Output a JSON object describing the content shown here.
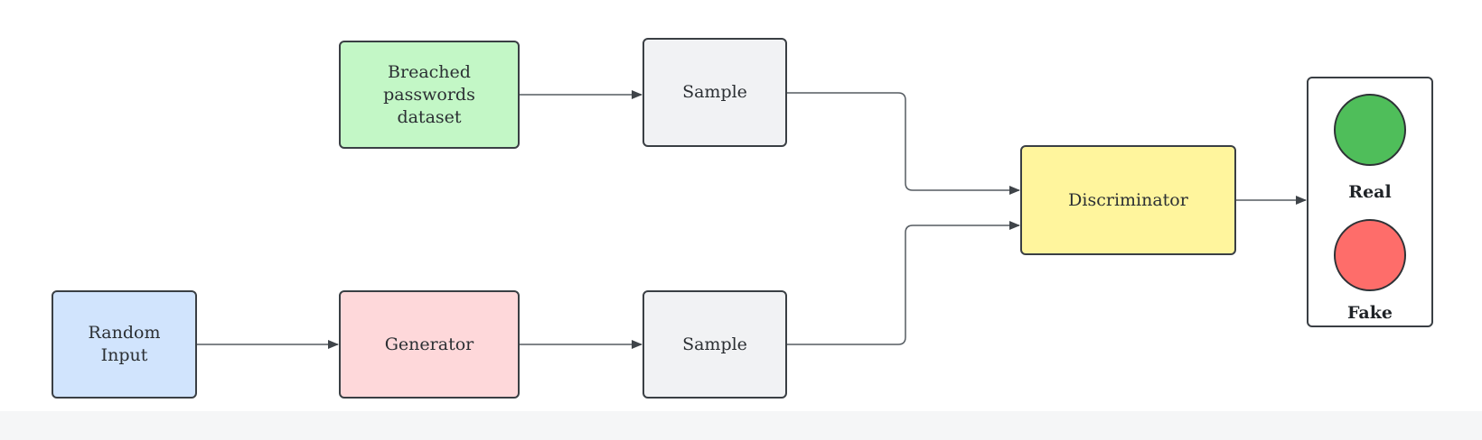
{
  "diagram": {
    "nodes": {
      "breached_dataset": {
        "label": "Breached\npasswords\ndataset",
        "color": "#c3f7c6"
      },
      "sample_top": {
        "label": "Sample",
        "color": "#f1f2f4"
      },
      "random_input": {
        "label": "Random\nInput",
        "color": "#d1e4fd"
      },
      "generator": {
        "label": "Generator",
        "color": "#fed8da"
      },
      "sample_bottom": {
        "label": "Sample",
        "color": "#f1f2f4"
      },
      "discriminator": {
        "label": "Discriminator",
        "color": "#fff59d"
      }
    },
    "legend": {
      "real": {
        "label": "Real",
        "color": "#4fbe5a"
      },
      "fake": {
        "label": "Fake",
        "color": "#fe6d6a"
      }
    },
    "edges": [
      {
        "from": "breached_dataset",
        "to": "sample_top"
      },
      {
        "from": "sample_top",
        "to": "discriminator"
      },
      {
        "from": "random_input",
        "to": "generator"
      },
      {
        "from": "generator",
        "to": "sample_bottom"
      },
      {
        "from": "sample_bottom",
        "to": "discriminator"
      },
      {
        "from": "discriminator",
        "to": "output_legend"
      }
    ],
    "line_color": "#555b61"
  }
}
